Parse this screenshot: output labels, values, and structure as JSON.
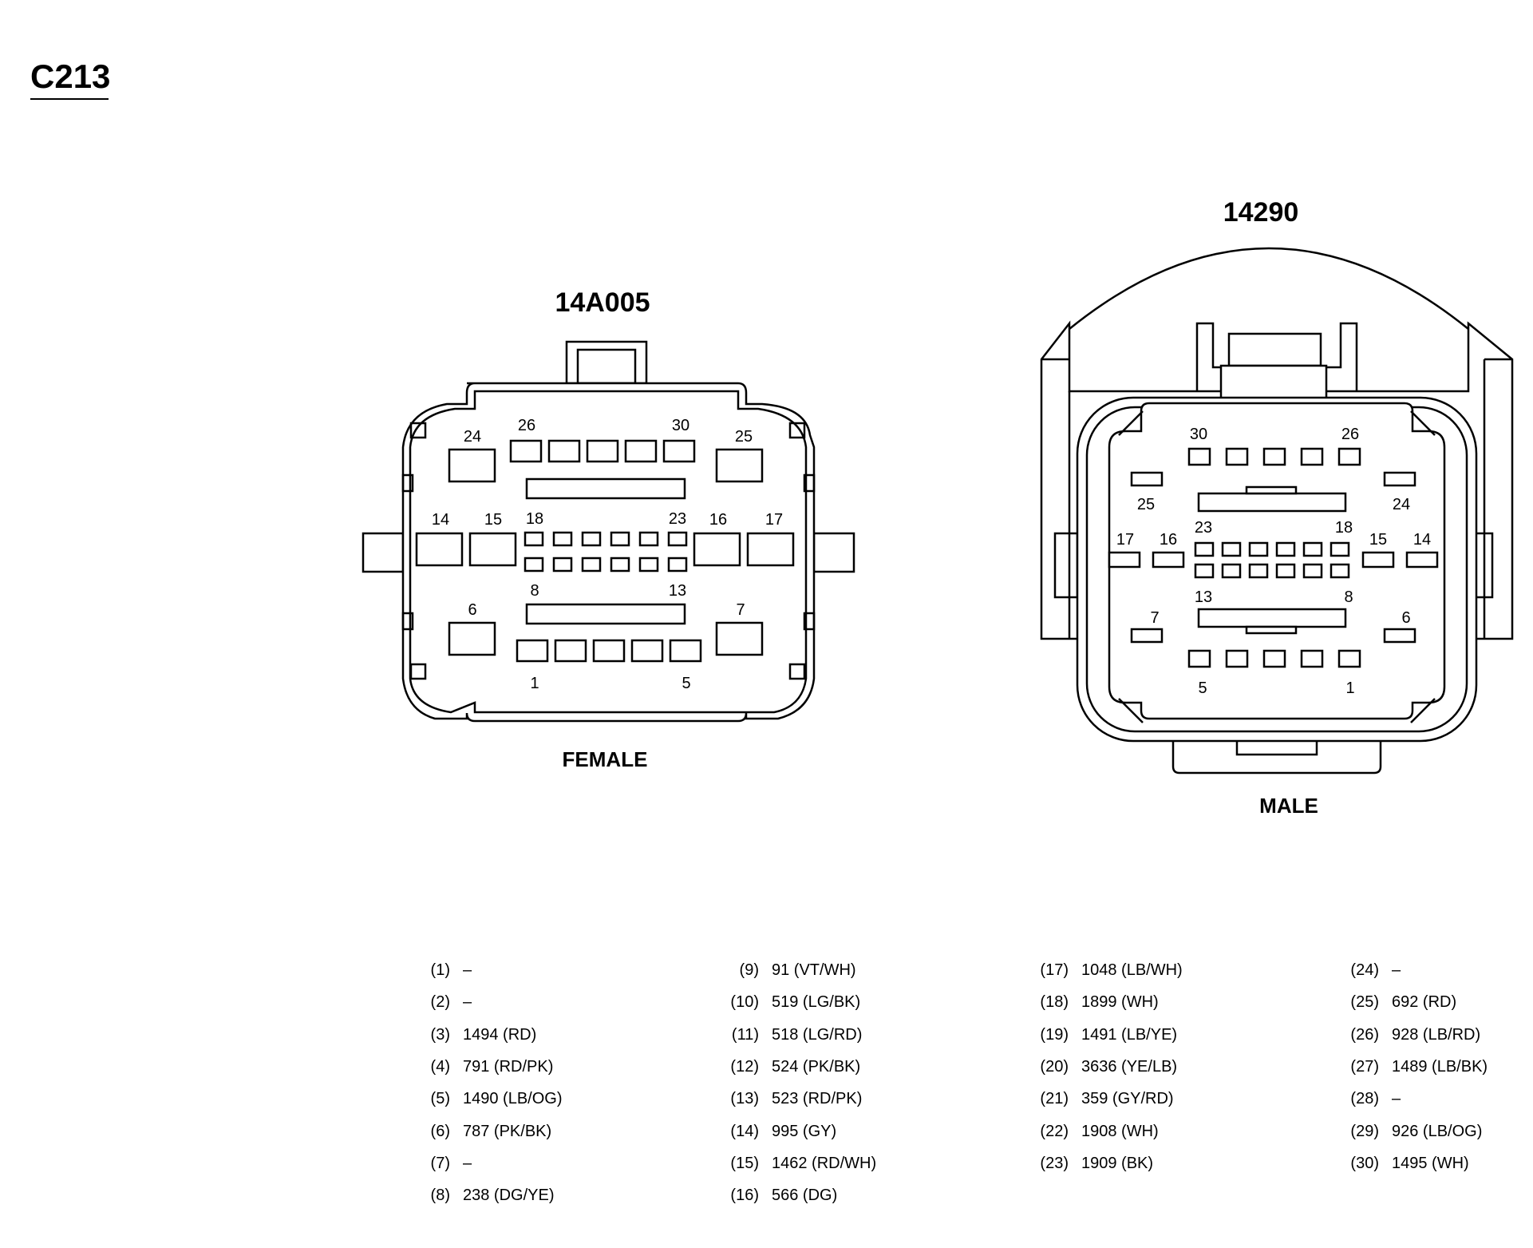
{
  "title": "C213",
  "female": {
    "part_number": "14A005",
    "gender_label": "FEMALE",
    "pin_labels": [
      "24",
      "26",
      "30",
      "25",
      "14",
      "15",
      "18",
      "23",
      "16",
      "17",
      "8",
      "13",
      "6",
      "7",
      "1",
      "5"
    ]
  },
  "male": {
    "part_number": "14290",
    "gender_label": "MALE",
    "pin_labels": [
      "30",
      "26",
      "25",
      "24",
      "23",
      "18",
      "17",
      "16",
      "15",
      "14",
      "13",
      "8",
      "7",
      "6",
      "5",
      "1"
    ]
  },
  "pinout": [
    {
      "pin": "(1)",
      "circuit": "–"
    },
    {
      "pin": "(2)",
      "circuit": "–"
    },
    {
      "pin": "(3)",
      "circuit": "1494 (RD)"
    },
    {
      "pin": "(4)",
      "circuit": "791 (RD/PK)"
    },
    {
      "pin": "(5)",
      "circuit": "1490 (LB/OG)"
    },
    {
      "pin": "(6)",
      "circuit": "787 (PK/BK)"
    },
    {
      "pin": "(7)",
      "circuit": "–"
    },
    {
      "pin": "(8)",
      "circuit": "238 (DG/YE)"
    },
    {
      "pin": "(9)",
      "circuit": "91 (VT/WH)"
    },
    {
      "pin": "(10)",
      "circuit": "519 (LG/BK)"
    },
    {
      "pin": "(11)",
      "circuit": "518 (LG/RD)"
    },
    {
      "pin": "(12)",
      "circuit": "524 (PK/BK)"
    },
    {
      "pin": "(13)",
      "circuit": "523 (RD/PK)"
    },
    {
      "pin": "(14)",
      "circuit": "995 (GY)"
    },
    {
      "pin": "(15)",
      "circuit": "1462 (RD/WH)"
    },
    {
      "pin": "(16)",
      "circuit": "566 (DG)"
    },
    {
      "pin": "(17)",
      "circuit": "1048 (LB/WH)"
    },
    {
      "pin": "(18)",
      "circuit": "1899 (WH)"
    },
    {
      "pin": "(19)",
      "circuit": "1491 (LB/YE)"
    },
    {
      "pin": "(20)",
      "circuit": "3636 (YE/LB)"
    },
    {
      "pin": "(21)",
      "circuit": "359 (GY/RD)"
    },
    {
      "pin": "(22)",
      "circuit": "1908 (WH)"
    },
    {
      "pin": "(23)",
      "circuit": "1909 (BK)"
    },
    {
      "pin": "(24)",
      "circuit": "–"
    },
    {
      "pin": "(25)",
      "circuit": "692 (RD)"
    },
    {
      "pin": "(26)",
      "circuit": "928 (LB/RD)"
    },
    {
      "pin": "(27)",
      "circuit": "1489 (LB/BK)"
    },
    {
      "pin": "(28)",
      "circuit": "–"
    },
    {
      "pin": "(29)",
      "circuit": "926 (LB/OG)"
    },
    {
      "pin": "(30)",
      "circuit": "1495 (WH)"
    }
  ]
}
